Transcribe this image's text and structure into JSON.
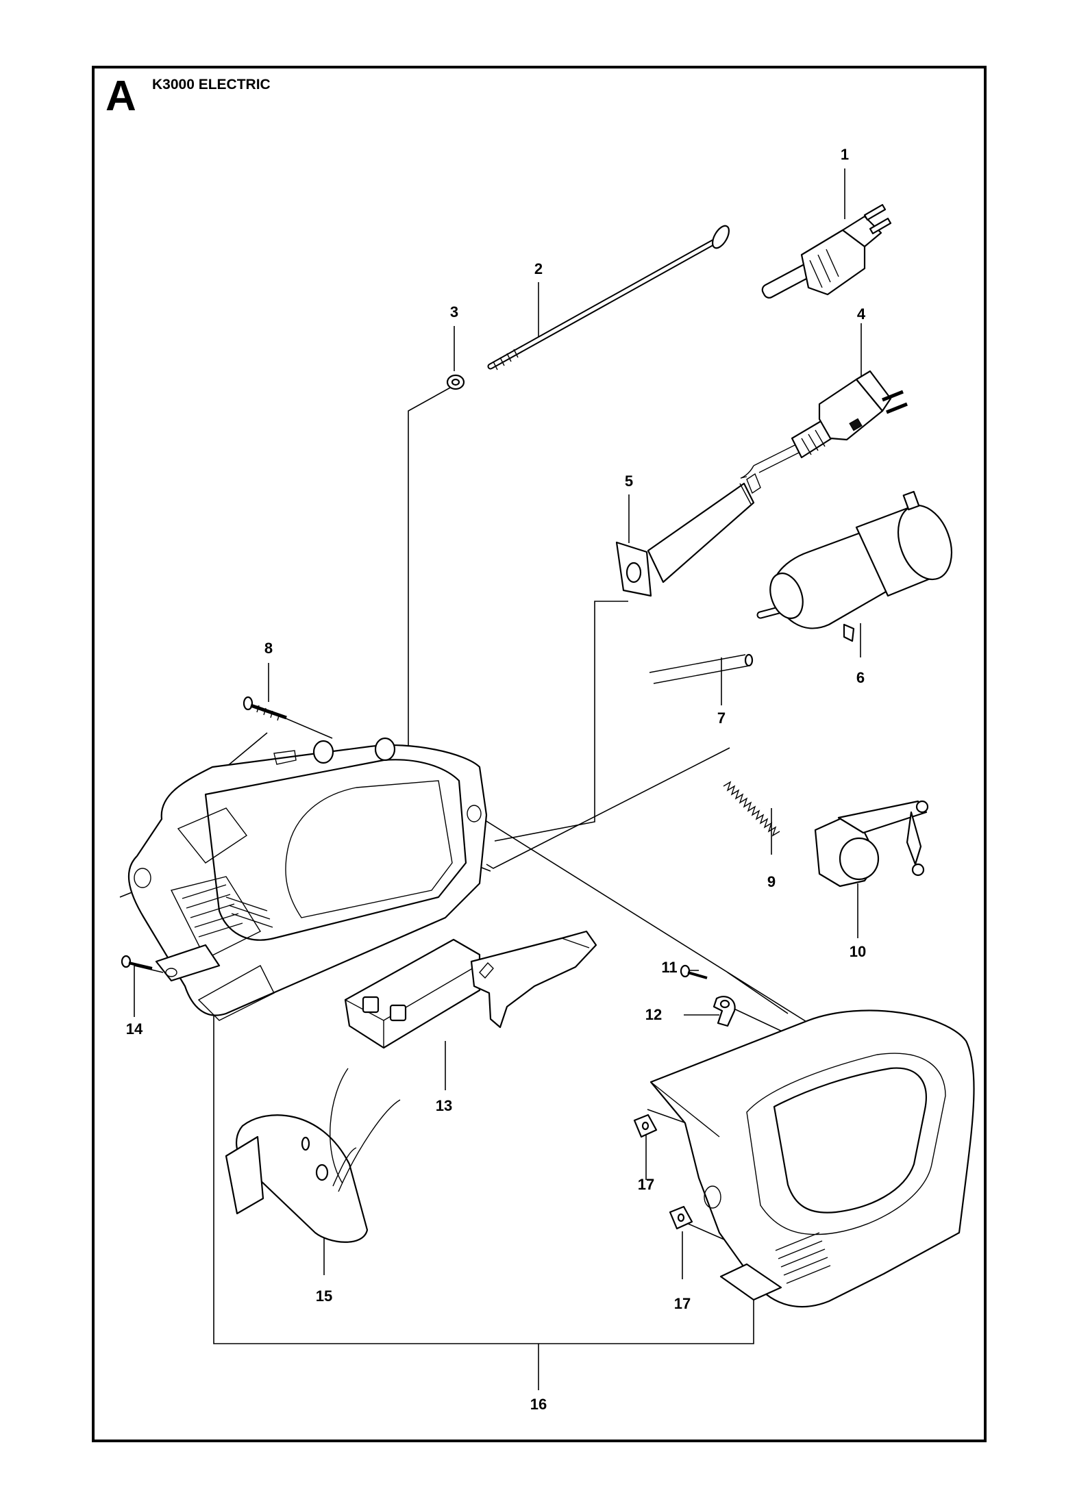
{
  "header": {
    "section_letter": "A",
    "title": "K3000 ELECTRIC"
  },
  "callouts": {
    "c1": "1",
    "c2": "2",
    "c3": "3",
    "c4": "4",
    "c5": "5",
    "c6": "6",
    "c7": "7",
    "c8": "8",
    "c9": "9",
    "c10": "10",
    "c11": "11",
    "c12": "12",
    "c13": "13",
    "c14": "14",
    "c15": "15",
    "c16": "16",
    "c17a": "17",
    "c17b": "17"
  }
}
